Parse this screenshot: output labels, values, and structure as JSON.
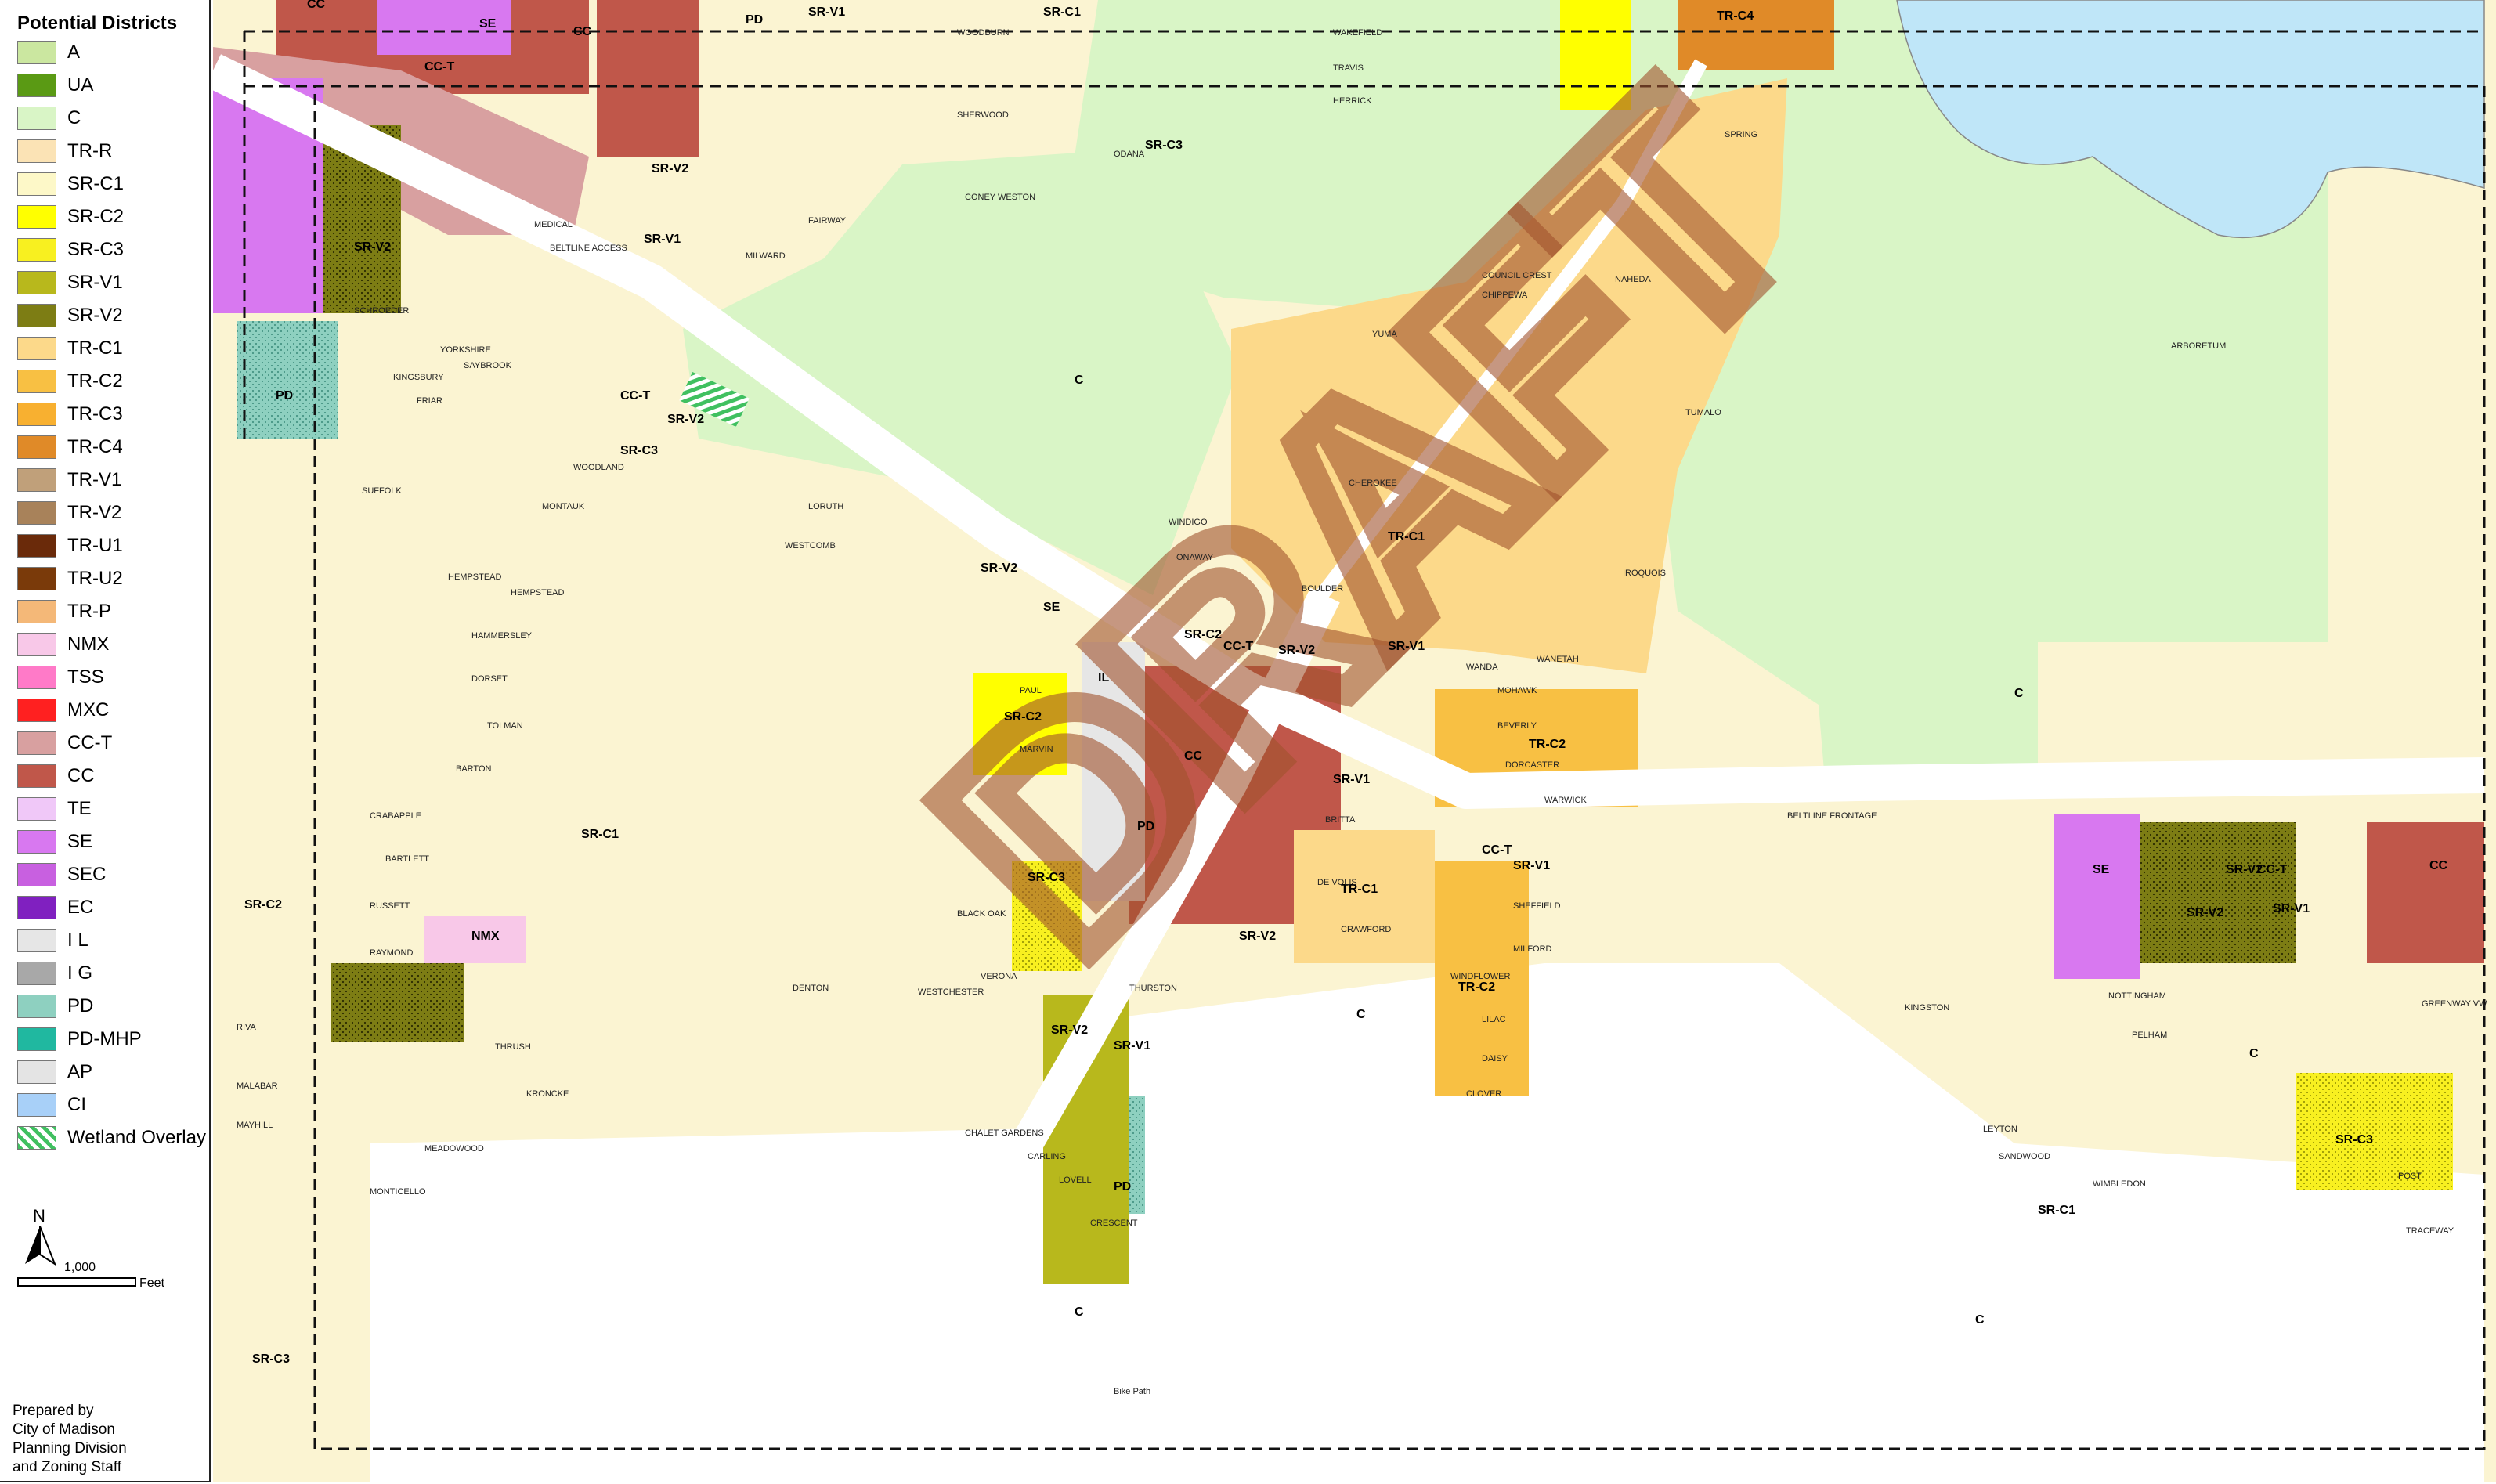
{
  "legend": {
    "title": "Potential Districts",
    "items": [
      {
        "code": "A",
        "color": "#cbe7a0"
      },
      {
        "code": "UA",
        "color": "#5a9a14"
      },
      {
        "code": "C",
        "color": "#d9f5c6"
      },
      {
        "code": "TR-R",
        "color": "#fbe3b5"
      },
      {
        "code": "SR-C1",
        "color": "#fdf8c8"
      },
      {
        "code": "SR-C2",
        "color": "#ffff00"
      },
      {
        "code": "SR-C3",
        "color": "#f8f020"
      },
      {
        "code": "SR-V1",
        "color": "#b8b81c"
      },
      {
        "code": "SR-V2",
        "color": "#7d7d14"
      },
      {
        "code": "TR-C1",
        "color": "#fcd98a"
      },
      {
        "code": "TR-C2",
        "color": "#f8c043"
      },
      {
        "code": "TR-C3",
        "color": "#f8b030"
      },
      {
        "code": "TR-C4",
        "color": "#e08a28"
      },
      {
        "code": "TR-V1",
        "color": "#c0a07a"
      },
      {
        "code": "TR-V2",
        "color": "#a8825a"
      },
      {
        "code": "TR-U1",
        "color": "#6a2a0a"
      },
      {
        "code": "TR-U2",
        "color": "#7a3a0a"
      },
      {
        "code": "TR-P",
        "color": "#f4b878"
      },
      {
        "code": "NMX",
        "color": "#f8c8e8"
      },
      {
        "code": "TSS",
        "color": "#ff7ac8"
      },
      {
        "code": "MXC",
        "color": "#ff2020"
      },
      {
        "code": "CC-T",
        "color": "#d8a0a0"
      },
      {
        "code": "CC",
        "color": "#c0574a"
      },
      {
        "code": "TE",
        "color": "#f0c8f8"
      },
      {
        "code": "SE",
        "color": "#d878f0"
      },
      {
        "code": "SEC",
        "color": "#c860e0"
      },
      {
        "code": "EC",
        "color": "#8020c0"
      },
      {
        "code": "I L",
        "color": "#e6e6e6"
      },
      {
        "code": "I G",
        "color": "#a8a8a8"
      },
      {
        "code": "PD",
        "color": "#8ed0c0"
      },
      {
        "code": "PD-MHP",
        "color": "#20b8a0"
      },
      {
        "code": "AP",
        "color": "#e4e4e4"
      },
      {
        "code": "CI",
        "color": "#a8d0f8"
      },
      {
        "code": "Wetland Overlay",
        "color": "#40c060"
      }
    ]
  },
  "north_label": "N",
  "scale": {
    "value": "1,000",
    "unit": "Feet"
  },
  "prepared_by": [
    "Prepared by",
    "City of Madison",
    "Planning Division",
    "and Zoning Staff"
  ],
  "map": {
    "watermark": "DRAFT",
    "zone_labels": [
      "CC",
      "SE",
      "CC",
      "PD",
      "SR-V1",
      "SR-C1",
      "TR-C4",
      "CC-T",
      "SR-C3",
      "SR-V2",
      "SR-V2",
      "SR-V1",
      "C",
      "PD",
      "CC-T",
      "SR-V2",
      "SR-C3",
      "SR-V2",
      "SE",
      "IL",
      "SR-C2",
      "CC",
      "TR-C1",
      "SR-C2",
      "CC-T",
      "SR-V2",
      "SR-V1",
      "TR-C2",
      "C",
      "SR-V1",
      "PD",
      "SR-C3",
      "SR-C1",
      "NMX",
      "SR-C2",
      "CC-T",
      "SR-V1",
      "TR-C1",
      "SR-V2",
      "TR-C2",
      "C",
      "SR-V2",
      "SR-V1",
      "PD",
      "C",
      "SR-C3",
      "SE",
      "CC-T",
      "SR-V2",
      "SR-V1",
      "CC",
      "SR-V2",
      "C",
      "SR-C3",
      "SR-C1",
      "C"
    ],
    "street_labels": [
      "WOODBURN",
      "WAKEFIELD",
      "TRAVIS",
      "HERRICK",
      "SHERWOOD",
      "ODANA",
      "CONEY WESTON",
      "FAIRWAY",
      "MILWARD",
      "MEDICAL",
      "BELTLINE ACCESS",
      "SCHROEDER",
      "YORKSHIRE",
      "KINGSBURY",
      "SAYBROOK",
      "FRIAR",
      "SUFFOLK",
      "MONTAUK",
      "WOODLAND",
      "LORUTH",
      "WESTCOMB",
      "HEMPSTEAD",
      "HAMMERSLEY",
      "DORSET",
      "TOLMAN",
      "BARTON",
      "CRABAPPLE",
      "BARTLETT",
      "RUSSETT",
      "RAYMOND",
      "DENTON",
      "THRUSH",
      "KRONCKE",
      "MEADOWOOD",
      "MONTICELLO",
      "MAYHILL",
      "MALABAR",
      "RIVA",
      "PAUL",
      "MARVIN",
      "BLACK OAK",
      "THURSTON",
      "CRESCENT",
      "BELTLINE FRONTAGE",
      "WINDFLOWER",
      "LILAC",
      "DAISY",
      "CLOVER",
      "BRITTA",
      "DE VOLIS",
      "CRAWFORD",
      "SHEFFIELD",
      "MILFORD",
      "BEVERLY",
      "DORCASTER",
      "WARWICK",
      "MOHAWK",
      "WANETAH",
      "WANDA",
      "CHEROKEE",
      "BOULDER",
      "WINDIGO",
      "ONAWAY",
      "YUMA",
      "CHIPPEWA",
      "COUNCIL CREST",
      "NAHEDA",
      "TUMALO",
      "IROQUOIS",
      "SPRING",
      "ARBORETUM",
      "NOTTINGHAM",
      "PELHAM",
      "KINGSTON",
      "GREENWAY VW",
      "SANDWOOD",
      "WIMBLEDON",
      "LEYTON",
      "POST",
      "TRACEWAY",
      "Bike Path",
      "VERONA",
      "CHALET GARDENS",
      "CARLING",
      "LOVELL",
      "WESTCHESTER",
      "HEMPSTEAD"
    ]
  }
}
